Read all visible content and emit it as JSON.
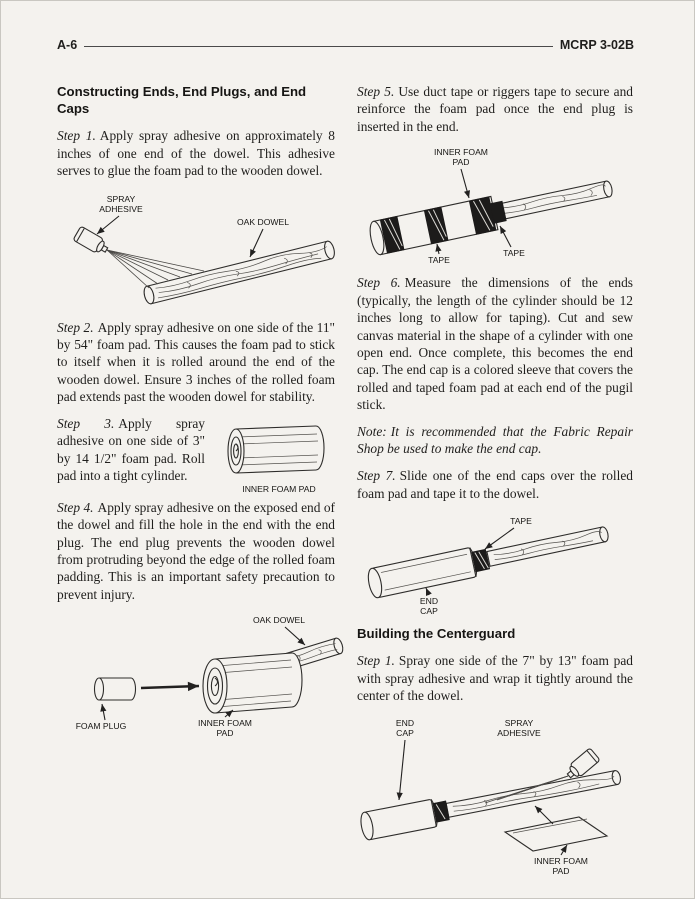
{
  "header": {
    "page_number": "A-6",
    "doc_number": "MCRP 3-02B"
  },
  "left": {
    "heading": "Constructing Ends, End Plugs, and End Caps",
    "step1": {
      "label": "Step 1.",
      "text": "Apply spray adhesive on approximately 8 inches of one end of the dowel. This adhesive serves to glue the foam pad to the wooden dowel."
    },
    "fig1": {
      "spray_line1": "SPRAY",
      "spray_line2": "ADHESIVE",
      "oak_dowel": "OAK DOWEL"
    },
    "step2": {
      "label": "Step 2.",
      "text": "Apply spray adhesive on one side of the 11\" by 54\" foam pad. This causes the foam pad to stick to itself when it is rolled around the end of the wooden dowel. Ensure 3 inches of the rolled foam pad extends past the wooden dowel for stability."
    },
    "step3": {
      "label": "Step 3.",
      "text": "Apply spray adhesive on one side of 3\" by 14 1/2\" foam pad. Roll pad into a tight cylinder."
    },
    "fig2": {
      "inner_foam_pad": "INNER FOAM PAD"
    },
    "step4": {
      "label": "Step 4.",
      "text": "Apply spray adhesive on the exposed end of the dowel and fill the hole in the end with the end plug. The end plug prevents the wooden dowel from protruding beyond the edge of the rolled foam padding. This is an important safety precaution to prevent injury."
    },
    "fig3": {
      "oak_dowel": "OAK DOWEL",
      "foam_plug": "FOAM PLUG",
      "inner_foam_line1": "INNER FOAM",
      "inner_foam_line2": "PAD"
    }
  },
  "right": {
    "step5": {
      "label": "Step 5.",
      "text": "Use duct tape or riggers tape to secure and reinforce the foam pad once the end plug is inserted in the end."
    },
    "fig4": {
      "inner_foam_line1": "INNER FOAM",
      "inner_foam_line2": "PAD",
      "tape1": "TAPE",
      "tape2": "TAPE"
    },
    "step6": {
      "label": "Step 6.",
      "text": "Measure the dimensions of the ends (typically, the length of the cylinder should be 12 inches long to allow for taping). Cut and sew canvas material in the shape of a cylinder with one open end. Once complete, this becomes the end cap. The end cap is a colored sleeve that covers the rolled and taped foam pad at each end of the pugil stick."
    },
    "note": {
      "label": "Note:",
      "text": "It is recommended that the Fabric Repair Shop be used to make the end cap."
    },
    "step7": {
      "label": "Step 7.",
      "text": "Slide one of the end caps over the rolled foam pad and tape it to the dowel."
    },
    "fig5": {
      "tape": "TAPE",
      "end_line1": "END",
      "end_line2": "CAP"
    },
    "heading": "Building the Centerguard",
    "cg_step1": {
      "label": "Step 1.",
      "text": "Spray one side of the 7\" by 13\" foam pad with spray adhesive and wrap it tightly around the center of the dowel."
    },
    "fig6": {
      "end_line1": "END",
      "end_line2": "CAP",
      "spray_line1": "SPRAY",
      "spray_line2": "ADHESIVE",
      "inner_foam_line1": "INNER FOAM",
      "inner_foam_line2": "PAD"
    }
  }
}
